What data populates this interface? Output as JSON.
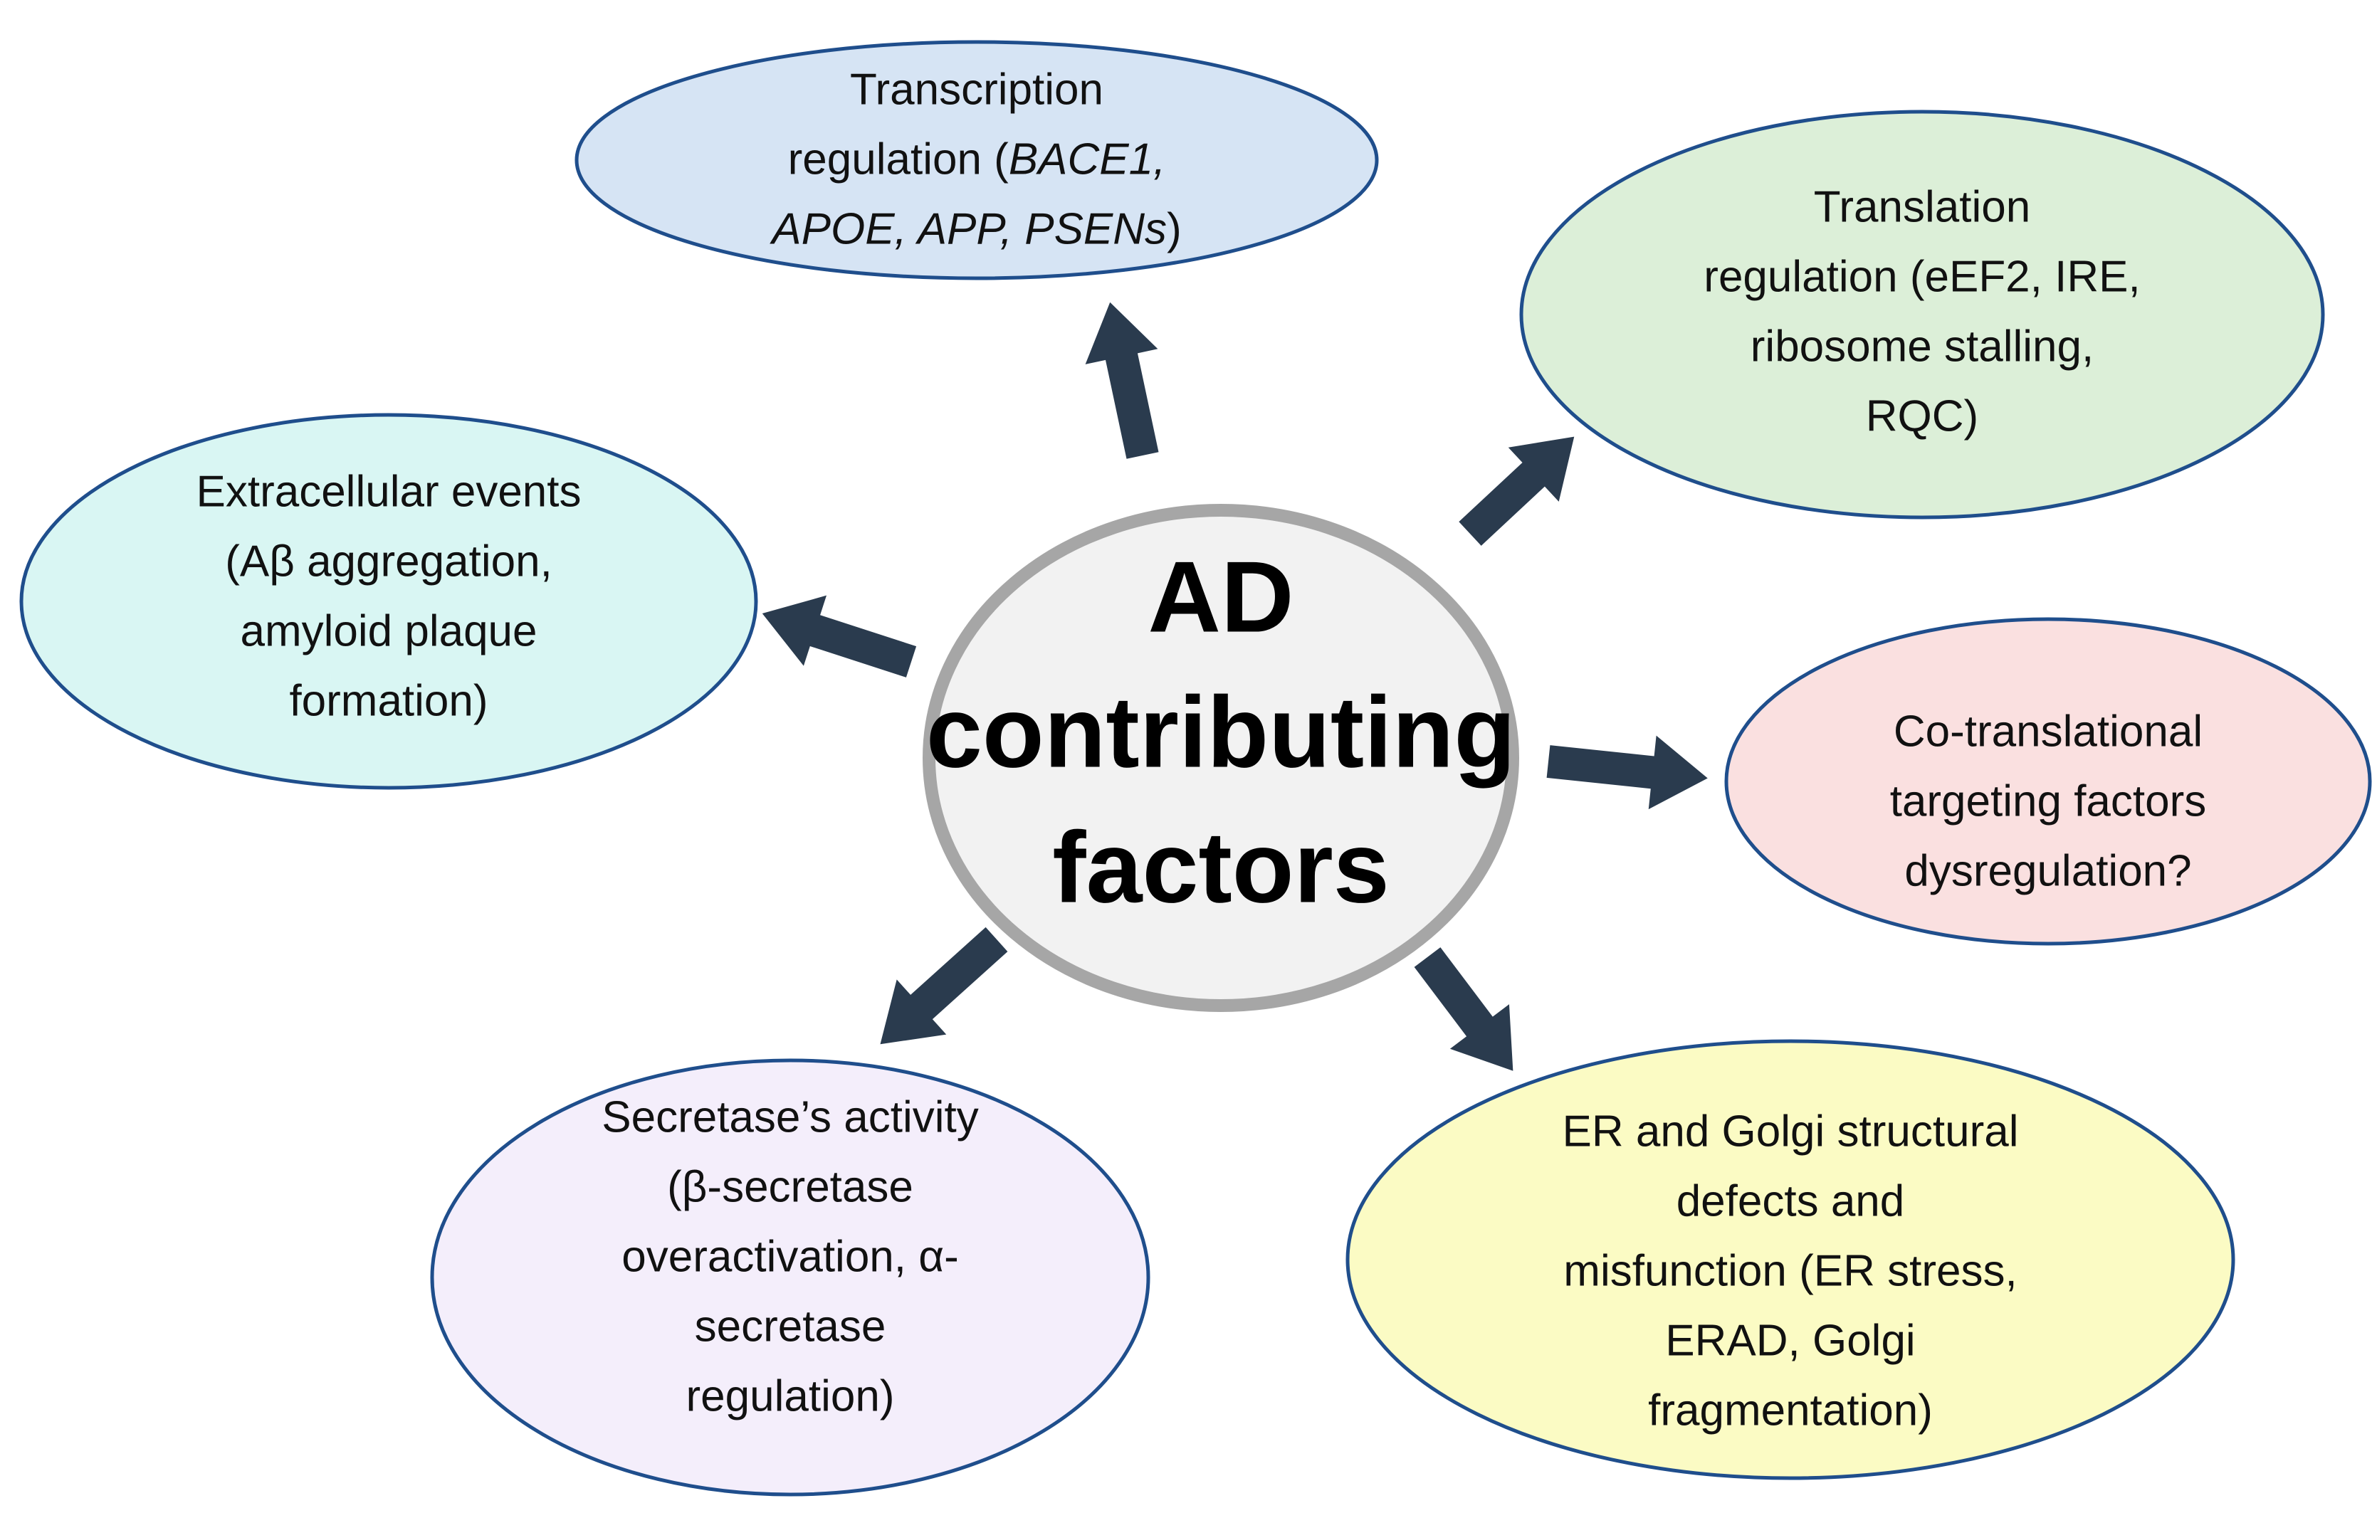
{
  "center": {
    "lines": [
      "AD",
      "contributing",
      "factors"
    ],
    "fill": "#f2f2f2",
    "stroke": "#a6a6a6"
  },
  "arrow_color": "#2a3b4e",
  "ellipse_stroke": "#1f4e8c",
  "nodes": {
    "transcription": {
      "fill": "#d6e4f4",
      "lines": [
        [
          {
            "t": "Transcription"
          }
        ],
        [
          {
            "t": "regulation ("
          },
          {
            "t": "BACE1,",
            "i": true
          }
        ],
        [
          {
            "t": "APOE, APP, PSENs",
            "i": true
          },
          {
            "t": ")"
          }
        ]
      ]
    },
    "translation": {
      "fill": "#dcefd8",
      "lines": [
        [
          {
            "t": "Translation"
          }
        ],
        [
          {
            "t": "regulation (eEF2, IRE,"
          }
        ],
        [
          {
            "t": "ribosome stalling,"
          }
        ],
        [
          {
            "t": "RQC)"
          }
        ]
      ]
    },
    "extracellular": {
      "fill": "#d9f6f3",
      "lines": [
        [
          {
            "t": "Extracellular events"
          }
        ],
        [
          {
            "t": "(Aβ aggregation,"
          }
        ],
        [
          {
            "t": "amyloid plaque"
          }
        ],
        [
          {
            "t": "formation)"
          }
        ]
      ]
    },
    "cotranslational": {
      "fill": "#fae0e0",
      "lines": [
        [
          {
            "t": "Co-translational"
          }
        ],
        [
          {
            "t": "targeting factors"
          }
        ],
        [
          {
            "t": "dysregulation?"
          }
        ]
      ]
    },
    "secretase": {
      "fill": "#f4eefb",
      "lines": [
        [
          {
            "t": "Secretase’s activity"
          }
        ],
        [
          {
            "t": "(β-secretase"
          }
        ],
        [
          {
            "t": "overactivation, α-"
          }
        ],
        [
          {
            "t": "secretase"
          }
        ],
        [
          {
            "t": "regulation)"
          }
        ]
      ]
    },
    "er_golgi": {
      "fill": "#fbfbc4",
      "lines": [
        [
          {
            "t": "ER and Golgi structural"
          }
        ],
        [
          {
            "t": "defects and"
          }
        ],
        [
          {
            "t": "misfunction (ER stress,"
          }
        ],
        [
          {
            "t": "ERAD, Golgi"
          }
        ],
        [
          {
            "t": "fragmentation)"
          }
        ]
      ]
    }
  }
}
